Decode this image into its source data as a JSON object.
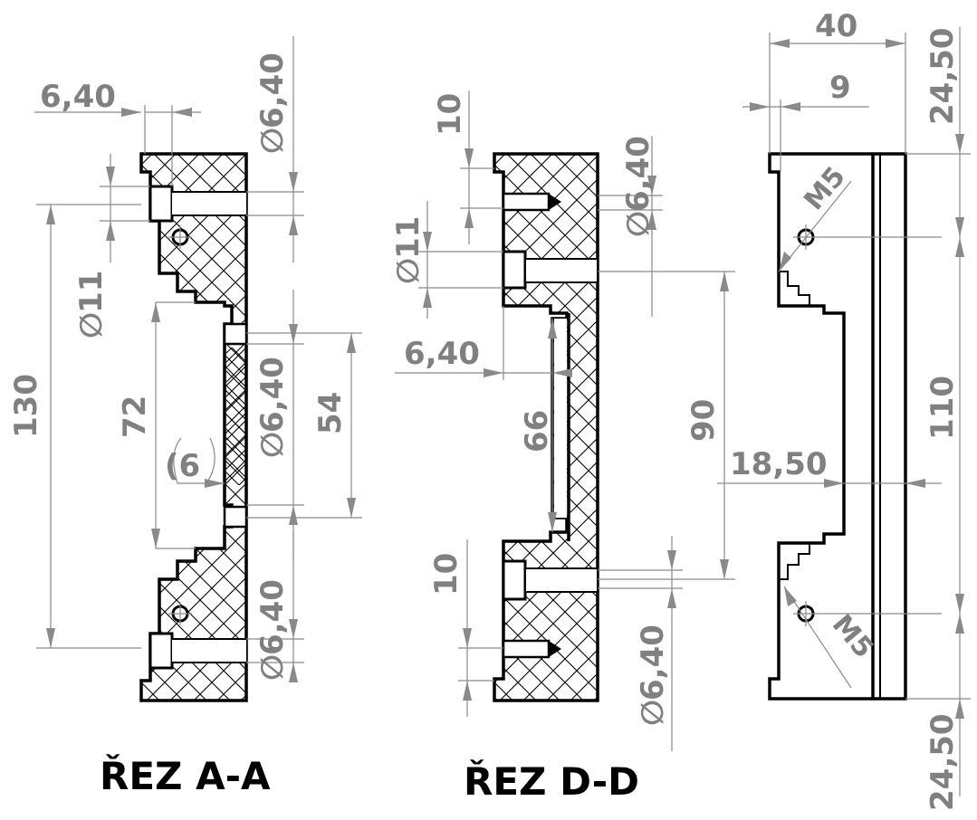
{
  "views": {
    "section_aa": {
      "title": "ŘEZ A-A",
      "dims": {
        "top_width": "6,40",
        "hole_top": "6,40",
        "overall_height": "130",
        "counterbore": "11",
        "inner_height": "72",
        "center_hole": "6,40",
        "span": "54",
        "radius_hint": "(6",
        "bottom_hole": "6,40"
      }
    },
    "section_dd": {
      "title": "ŘEZ D-D",
      "dims": {
        "top_offset": "10",
        "hole_top": "6,40",
        "counterbore": "11",
        "pocket_width": "6,40",
        "pocket_height": "66",
        "span": "90",
        "bottom_offset": "10",
        "bottom_hole": "6,40"
      }
    },
    "side_view": {
      "dims": {
        "width": "40",
        "edge": "9",
        "thread_top": "M5",
        "center": "18,50",
        "height": "110",
        "thread_bottom": "M5",
        "top_margin": "24,50",
        "bottom_margin": "24,50"
      }
    }
  },
  "symbols": {
    "diameter": "∅"
  },
  "colors": {
    "outline": "#000000",
    "dimension": "#808080",
    "background": "#ffffff"
  }
}
